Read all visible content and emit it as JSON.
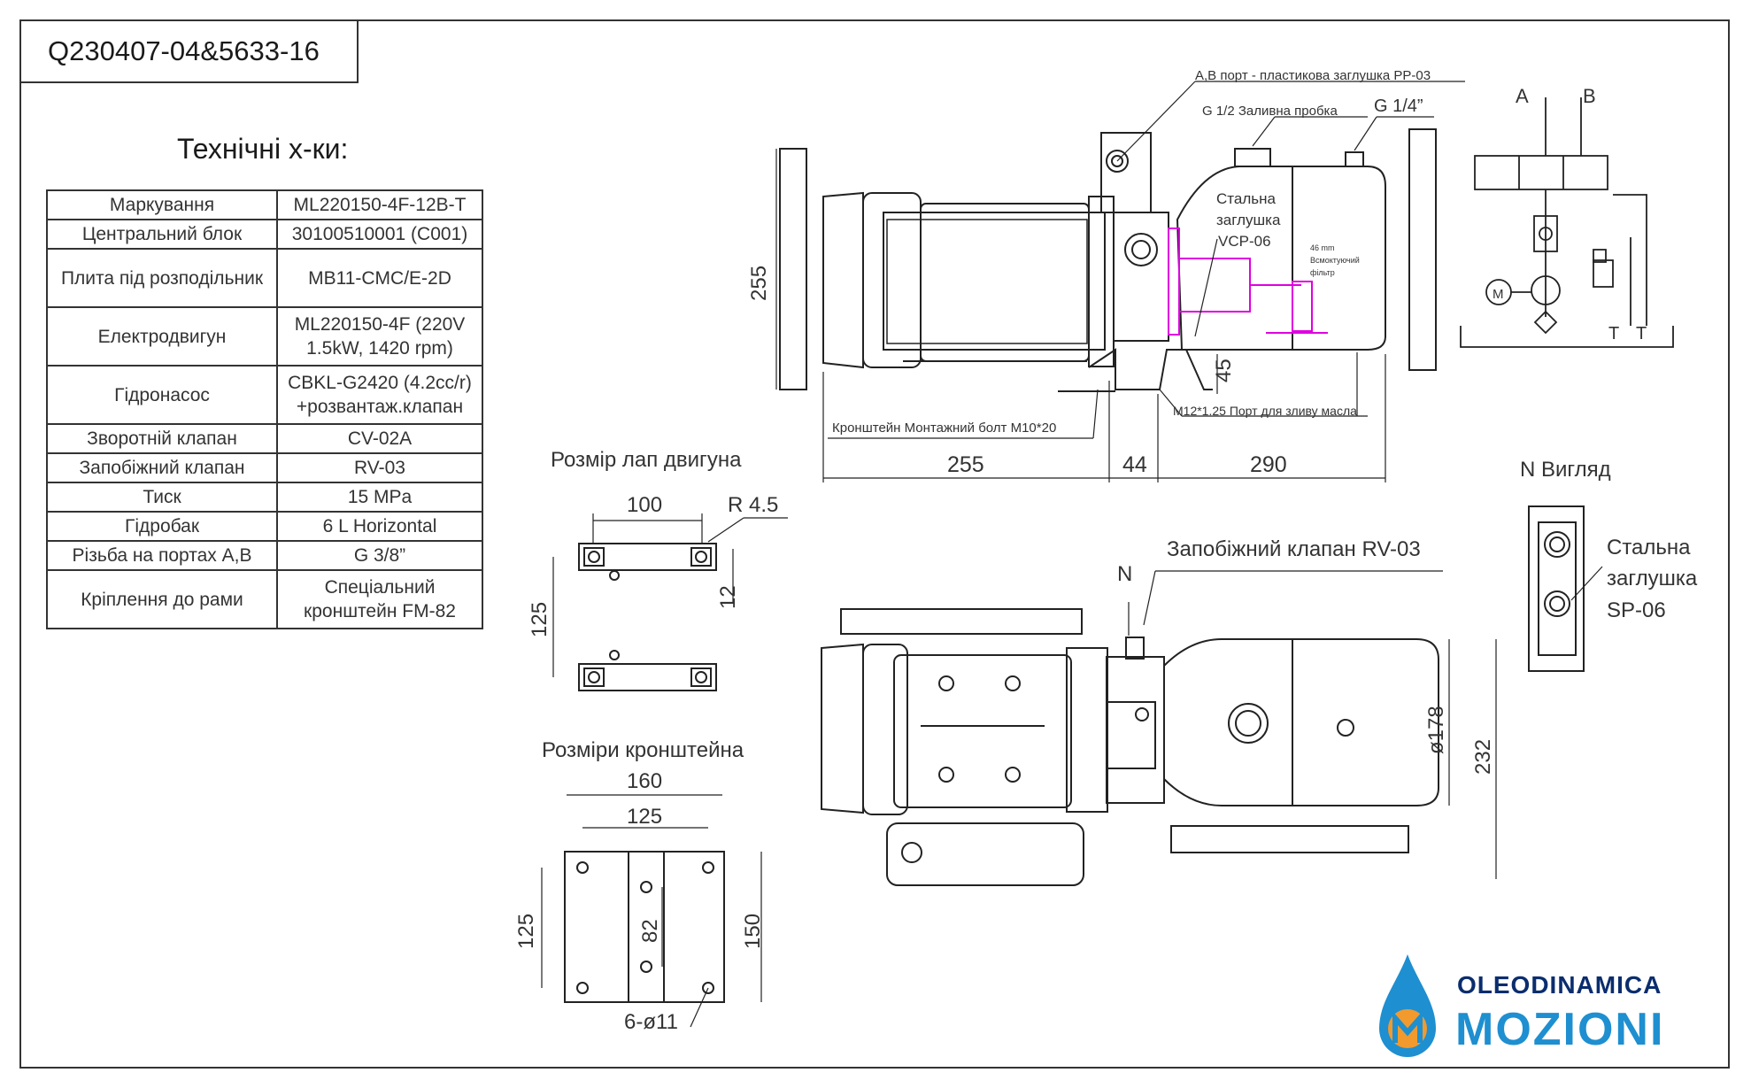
{
  "code": "Q230407-04&5633-16",
  "spec_title": "Технічні х-ки:",
  "specs": [
    {
      "key": "Маркування",
      "value": "ML220150-4F-12B-T"
    },
    {
      "key": "Центральний блок",
      "value": "30100510001 (C001)"
    },
    {
      "key": "Плита під розподільник",
      "value": "MB11-CMC/E-2D"
    },
    {
      "key": "Електродвигун",
      "value": "ML220150-4F (220V 1.5kW, 1420 rpm)"
    },
    {
      "key": "Гідронасос",
      "value": "CBKL-G2420 (4.2cc/r) +розвантаж.клапан"
    },
    {
      "key": "Зворотній клапан",
      "value": "CV-02A"
    },
    {
      "key": "Запобіжний клапан",
      "value": "RV-03"
    },
    {
      "key": "Тиск",
      "value": "15 MPa"
    },
    {
      "key": "Гідробак",
      "value": "6 L Horizontal"
    },
    {
      "key": "Різьба на портах A,B",
      "value": "G 3/8”"
    },
    {
      "key": "Кріплення до рами",
      "value": "Спеціальний кронштейн FM-82"
    }
  ],
  "top_view": {
    "ports_note": "A,B порт - пластикова заглушка PP-03",
    "fill_plug": "G 1/2 Заливна пробка",
    "g14": "G 1/4”",
    "steel_plug_1": "Стальна",
    "steel_plug_2": "заглушка",
    "steel_plug_3": "VCP-06",
    "filter_1": "46 mm",
    "filter_2": "Всмоктуючий",
    "filter_3": "фільтр",
    "bracket_note": "Кронштейн Монтажний болт M10*20",
    "drain_note": "M12*1.25 Порт для зливу масла",
    "dim_height": "255",
    "dim_45": "45",
    "dim_motor": "255",
    "dim_block": "44",
    "dim_tank": "290"
  },
  "feet": {
    "title": "Розмір лап двигуна",
    "d100": "100",
    "r45": "R 4.5",
    "d125": "125",
    "d12": "12"
  },
  "bracket": {
    "title": "Розміри кронштейна",
    "d160": "160",
    "d125w": "125",
    "d125h": "125",
    "d82": "82",
    "d150": "150",
    "holes": "6-ø11"
  },
  "side_view": {
    "relief": "Запобіжний клапан RV-03",
    "n": "N",
    "d178": "ø178",
    "d232": "232"
  },
  "n_view": {
    "title": "N Вигляд",
    "plug_1": "Стальна",
    "plug_2": "заглушка",
    "plug_3": "SP-06"
  },
  "schematic": {
    "a": "A",
    "b": "B",
    "m": "M",
    "t1": "T",
    "t2": "T"
  },
  "logo": {
    "line1": "OLEODINAMICA",
    "line2": "MOZIONI",
    "colors": {
      "blue": "#1e8fd0",
      "orange": "#f29a2e",
      "navy": "#0a2d6e"
    }
  }
}
